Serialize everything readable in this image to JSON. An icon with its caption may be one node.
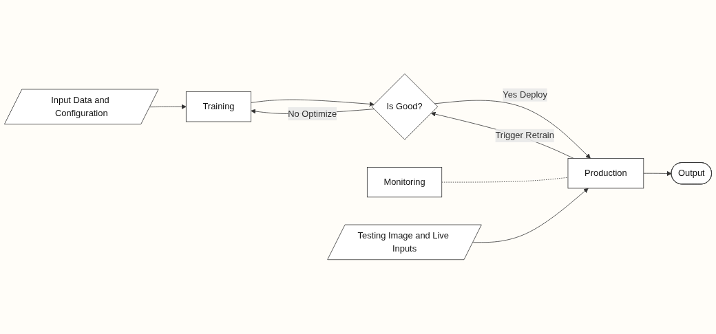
{
  "diagram": {
    "nodes": [
      {
        "text": [
          "Input Data and Configuration"
        ]
      },
      {
        "text": [
          "Training"
        ]
      },
      {
        "text": [
          "Is Good?"
        ]
      },
      {
        "text": [
          "Production"
        ]
      },
      {
        "text": [
          "Output"
        ]
      },
      {
        "text": [
          "Monitoring"
        ]
      },
      {
        "text": [
          "Testing Image and Live Inputs"
        ]
      }
    ],
    "edges": [
      {
        "from": 0,
        "to": 1,
        "arrow": "to"
      },
      {
        "from": 1,
        "to": 2,
        "arrow": "to"
      },
      {
        "from": 2,
        "to": 3,
        "arrow": "to",
        "label": "Yes Deploy"
      },
      {
        "from": 2,
        "to": 1,
        "arrow": "to",
        "label": "No Optimize"
      },
      {
        "from": 3,
        "to": 2,
        "arrow": "to",
        "label": "Trigger Retrain"
      },
      {
        "from": 3,
        "to": 4,
        "arrow": "to"
      },
      {
        "from": 6,
        "to": 3,
        "arrow": "to"
      },
      {
        "from": 5,
        "to": 3,
        "arrow": "none",
        "style": "dashed"
      }
    ]
  }
}
